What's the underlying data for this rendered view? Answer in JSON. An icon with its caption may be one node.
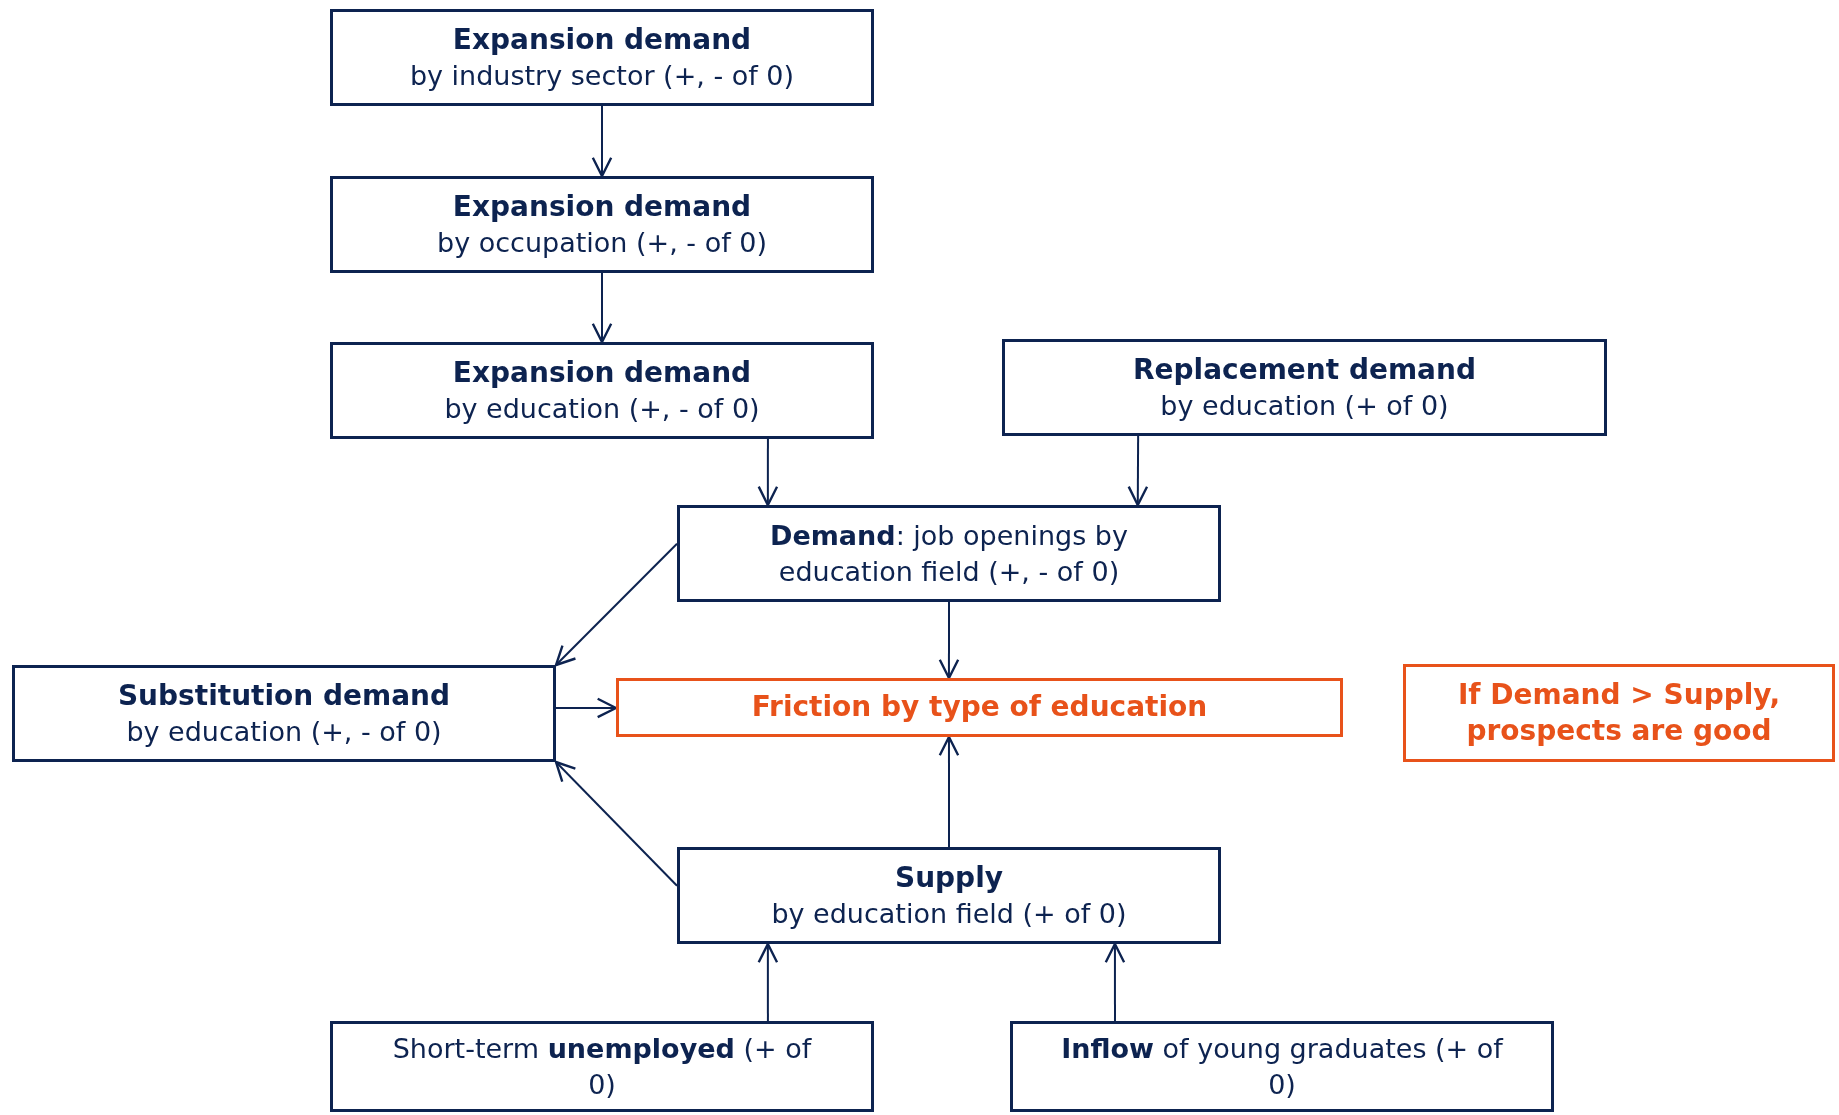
{
  "diagram": {
    "nodes": [
      {
        "text": [
          "Expansion demand",
          "by industry sector (+, - of 0)"
        ]
      },
      {
        "text": [
          "Expansion demand",
          "by occupation (+, - of 0)"
        ]
      },
      {
        "text": [
          "Expansion demand",
          "by education (+, - of 0)"
        ]
      },
      {
        "text": [
          "Replacement demand",
          "by education (+ of 0)"
        ]
      },
      {
        "text": [
          "**Demand**: job openings by education field (+, - of 0)"
        ]
      },
      {
        "text": [
          "Substitution demand",
          "by education (+, - of 0)"
        ]
      },
      {
        "text": [
          "Friction by type of education"
        ]
      },
      {
        "text": [
          "If Demand > Supply, prospects are good"
        ]
      },
      {
        "text": [
          "Supply",
          "by education field (+ of 0)"
        ]
      },
      {
        "text": [
          "Short-term **unemployed** (+ of 0)"
        ]
      },
      {
        "text": [
          "**Inflow** of young graduates (+ of 0)"
        ]
      }
    ],
    "edges": [
      {
        "from": 0,
        "to": 1,
        "arrow": "to"
      },
      {
        "from": 1,
        "to": 2,
        "arrow": "to"
      },
      {
        "from": 2,
        "to": 4,
        "arrow": "to"
      },
      {
        "from": 3,
        "to": 4,
        "arrow": "to"
      },
      {
        "from": 4,
        "to": 5,
        "arrow": "to"
      },
      {
        "from": 4,
        "to": 6,
        "arrow": "to"
      },
      {
        "from": 5,
        "to": 6,
        "arrow": "to"
      },
      {
        "from": 8,
        "to": 6,
        "arrow": "to"
      },
      {
        "from": 8,
        "to": 5,
        "arrow": "to"
      },
      {
        "from": 9,
        "to": 8,
        "arrow": "to"
      },
      {
        "from": 10,
        "to": 8,
        "arrow": "to"
      }
    ]
  }
}
